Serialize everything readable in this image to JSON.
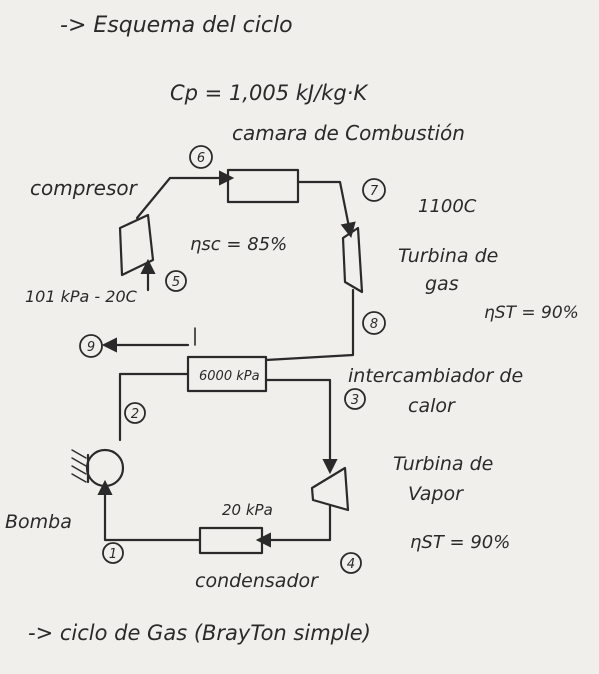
{
  "heading": "-> Esquema del ciclo",
  "cp": "Cp = 1,005 kJ/kg·K",
  "combustion_chamber": "camara de Combustión",
  "compressor": "compresor",
  "compressor_eff": "ηsc = 85%",
  "inlet": "101 kPa - 20C",
  "temp_7": "1100C",
  "gas_turbine_l1": "Turbina de",
  "gas_turbine_l2": "gas",
  "gas_turbine_eff": "ηST = 90%",
  "exchanger_pressure": "6000 kPa",
  "exchanger_l1": "intercambiador de",
  "exchanger_l2": "calor",
  "steam_turbine_l1": "Turbina de",
  "steam_turbine_l2": "Vapor",
  "steam_turbine_eff": "ηST = 90%",
  "pump": "Bomba",
  "condenser_pressure": "20 kPa",
  "condenser": "condensador",
  "footer": "-> ciclo de Gas (BrayTon simple)",
  "states": {
    "s1": "1",
    "s2": "2",
    "s3": "3",
    "s4": "4",
    "s5": "5",
    "s6": "6",
    "s7": "7",
    "s8": "8",
    "s9": "9"
  }
}
